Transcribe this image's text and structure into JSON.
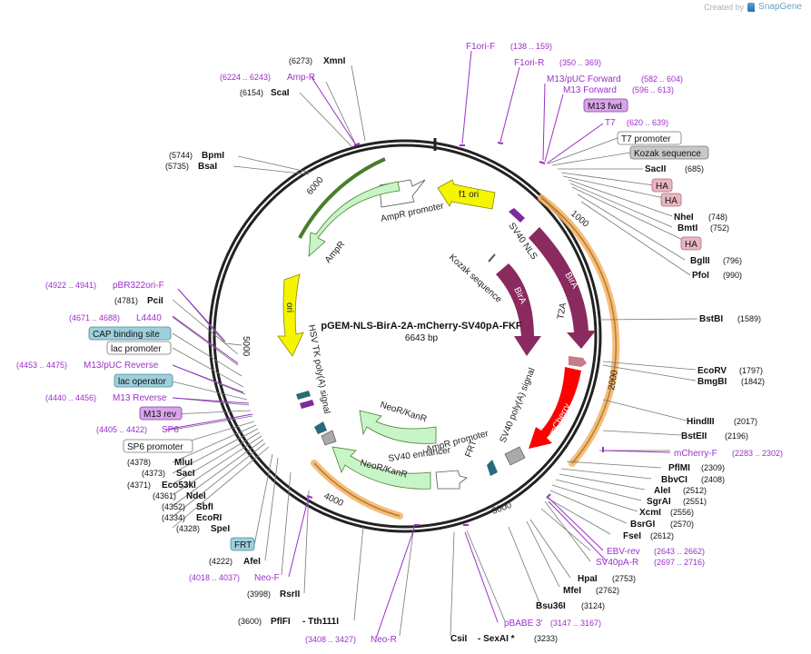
{
  "credit": {
    "prefix": "Created by",
    "brand": "SnapGene"
  },
  "plasmid": {
    "name": "pGEM-NLS-BirA-2A-mCherry-SV40pA-FKF",
    "length_label": "6643 bp"
  },
  "ticks": [
    "1000",
    "2000",
    "3000",
    "4000",
    "5000",
    "6000"
  ],
  "colors": {
    "enzyme": "#000000",
    "primer": "#9b30c8",
    "feature_yellow": "#f5f500",
    "feature_green": "#c8f5c8",
    "feature_purple": "#8b2a5e",
    "feature_red": "#ff0000",
    "orange_arc": "#f2b366",
    "ring": "#222222"
  },
  "enzymes": [
    {
      "id": "xmni",
      "pos": "(6273)",
      "name": "XmnI"
    },
    {
      "id": "scai",
      "pos": "(6154)",
      "name": "ScaI"
    },
    {
      "id": "bpmi",
      "pos": "(5744)",
      "name": "BpmI"
    },
    {
      "id": "bsai",
      "pos": "(5735)",
      "name": "BsaI"
    },
    {
      "id": "pcii",
      "pos": "(4781)",
      "name": "PciI"
    },
    {
      "id": "mlui",
      "pos": "(4378)",
      "name": "MluI"
    },
    {
      "id": "saci",
      "pos": "(4373)",
      "name": "SacI"
    },
    {
      "id": "eco53ki",
      "pos": "(4371)",
      "name": "Eco53kI"
    },
    {
      "id": "ndei",
      "pos": "(4361)",
      "name": "NdeI"
    },
    {
      "id": "sbfi",
      "pos": "(4352)",
      "name": "SbfI"
    },
    {
      "id": "ecori",
      "pos": "(4334)",
      "name": "EcoRI"
    },
    {
      "id": "spei",
      "pos": "(4328)",
      "name": "SpeI"
    },
    {
      "id": "afei",
      "pos": "(4222)",
      "name": "AfeI"
    },
    {
      "id": "rsrii",
      "pos": "(3998)",
      "name": "RsrII"
    },
    {
      "id": "pflfi",
      "pos": "(3600)",
      "name": "PflFI",
      "extra": "- Tth111I"
    },
    {
      "id": "csii",
      "name": "CsiI",
      "extra": "- SexAI *",
      "pos": "(3233)"
    },
    {
      "id": "sacii",
      "name": "SacII",
      "pos": "(685)"
    },
    {
      "id": "nhei",
      "name": "NheI",
      "pos": "(748)"
    },
    {
      "id": "bmti",
      "name": "BmtI",
      "pos": "(752)"
    },
    {
      "id": "bglii",
      "name": "BglII",
      "pos": "(796)"
    },
    {
      "id": "pfoi",
      "name": "PfoI",
      "pos": "(990)"
    },
    {
      "id": "bstbi",
      "name": "BstBI",
      "pos": "(1589)"
    },
    {
      "id": "ecorv",
      "name": "EcoRV",
      "pos": "(1797)"
    },
    {
      "id": "bmgbi",
      "name": "BmgBI",
      "pos": "(1842)"
    },
    {
      "id": "hindiii",
      "name": "HindIII",
      "pos": "(2017)"
    },
    {
      "id": "bsteii",
      "name": "BstEII",
      "pos": "(2196)"
    },
    {
      "id": "pflmi",
      "name": "PflMI",
      "pos": "(2309)"
    },
    {
      "id": "bbvci",
      "name": "BbvCI",
      "pos": "(2408)"
    },
    {
      "id": "alei",
      "name": "AleI",
      "pos": "(2512)"
    },
    {
      "id": "sgrai",
      "name": "SgrAI",
      "pos": "(2551)"
    },
    {
      "id": "xcmi",
      "name": "XcmI",
      "pos": "(2556)"
    },
    {
      "id": "bsrgi",
      "name": "BsrGI",
      "pos": "(2570)"
    },
    {
      "id": "fsei",
      "name": "FseI",
      "pos": "(2612)"
    },
    {
      "id": "hpai",
      "name": "HpaI",
      "pos": "(2753)"
    },
    {
      "id": "mfei",
      "name": "MfeI",
      "pos": "(2762)"
    },
    {
      "id": "bsu36i",
      "name": "Bsu36I",
      "pos": "(3124)"
    }
  ],
  "primers": [
    {
      "id": "ampr",
      "range": "(6224 .. 6243)",
      "name": "Amp-R"
    },
    {
      "id": "pbr322",
      "range": "(4922 .. 4941)",
      "name": "pBR322ori-F"
    },
    {
      "id": "l4440",
      "range": "(4671 .. 4688)",
      "name": "L4440"
    },
    {
      "id": "m13pucrev",
      "range": "(4453 .. 4475)",
      "name": "M13/pUC Reverse"
    },
    {
      "id": "m13rev",
      "range": "(4440 .. 4456)",
      "name": "M13 Reverse"
    },
    {
      "id": "sp6",
      "range": "(4405 .. 4422)",
      "name": "SP6"
    },
    {
      "id": "neof",
      "range": "(4018 .. 4037)",
      "name": "Neo-F"
    },
    {
      "id": "neor",
      "range": "(3408 .. 3427)",
      "name": "Neo-R"
    },
    {
      "id": "f1orif",
      "name": "F1ori-F",
      "range": "(138 .. 159)"
    },
    {
      "id": "f1orir",
      "name": "F1ori-R",
      "range": "(350 .. 369)"
    },
    {
      "id": "m13pucfwd",
      "name": "M13/pUC Forward",
      "range": "(582 .. 604)"
    },
    {
      "id": "m13fwd",
      "name": "M13 Forward",
      "range": "(596 .. 613)"
    },
    {
      "id": "t7",
      "name": "T7",
      "range": "(620 .. 639)"
    },
    {
      "id": "mcherryf",
      "name": "mCherry-F",
      "range": "(2283 .. 2302)"
    },
    {
      "id": "ebvrev",
      "name": "EBV-rev",
      "range": "(2643 .. 2662)"
    },
    {
      "id": "sv40par",
      "name": "SV40pA-R",
      "range": "(2697 .. 2716)"
    },
    {
      "id": "pbabe3",
      "name": "pBABE 3'",
      "range": "(3147 .. 3167)"
    }
  ],
  "boxed_labels": [
    {
      "id": "cap",
      "text": "CAP binding site",
      "style": "teal"
    },
    {
      "id": "lacprom",
      "text": "lac promoter",
      "style": "white"
    },
    {
      "id": "lacop",
      "text": "lac operator",
      "style": "teal"
    },
    {
      "id": "m13revbox",
      "text": "M13 rev",
      "style": "violet"
    },
    {
      "id": "sp6prom",
      "text": "SP6 promoter",
      "style": "white"
    },
    {
      "id": "frt",
      "text": "FRT",
      "style": "teal"
    },
    {
      "id": "m13fwdbox",
      "text": "M13 fwd",
      "style": "violet"
    },
    {
      "id": "t7prom",
      "text": "T7 promoter",
      "style": "white"
    },
    {
      "id": "kozakbox",
      "text": "Kozak sequence",
      "style": "gray"
    },
    {
      "id": "ha1",
      "text": "HA",
      "style": "pink"
    },
    {
      "id": "ha2",
      "text": "HA",
      "style": "pink"
    },
    {
      "id": "ha3",
      "text": "HA",
      "style": "pink"
    }
  ],
  "inner_labels": {
    "ampr_promoter": "AmpR promoter",
    "ampr": "AmpR",
    "f1ori": "f1 ori",
    "ori": "ori",
    "sv40nls": "SV40 NLS",
    "kozak": "Kozak sequence",
    "bira_outer": "BirA",
    "bira_inner": "BirA",
    "t2a": "T2A",
    "mcherry": "mCherry",
    "sv40pa": "SV40 poly(A) signal",
    "hsvtk": "HSV TK poly(A) signal",
    "neokan_inner": "NeoR/KanR",
    "neokan_outer": "NeoR/KanR",
    "sv40enh": "SV40 enhancer",
    "ampr_promoter2": "AmpR promoter",
    "frt_inner": "FRT"
  }
}
